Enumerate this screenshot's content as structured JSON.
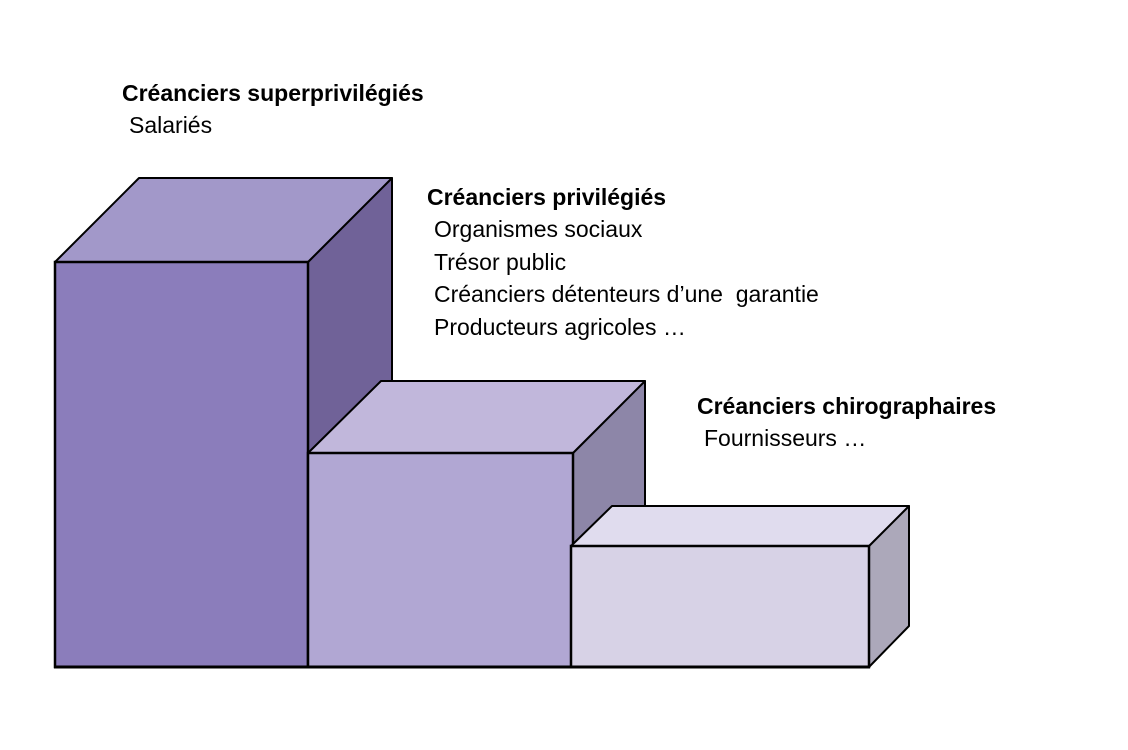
{
  "diagram": {
    "type": "3d-stepped-blocks",
    "tiers": [
      {
        "title": "Créanciers superprivilégiés",
        "items": [
          "Salariés"
        ],
        "colors": {
          "front": "#8b7dbb",
          "top": "#a298c9",
          "side": "#706298"
        }
      },
      {
        "title": "Créanciers privilégiés",
        "items": [
          "Organismes sociaux",
          "Trésor public",
          "Créanciers détenteurs d’une  garantie",
          "Producteurs agricoles …"
        ],
        "colors": {
          "front": "#b1a7d3",
          "top": "#c1b7db",
          "side": "#8d86a8"
        }
      },
      {
        "title": "Créanciers chirographaires",
        "items": [
          "Fournisseurs …"
        ],
        "colors": {
          "front": "#d7d2e6",
          "top": "#e0dcee",
          "side": "#aca8ba"
        }
      }
    ],
    "outline_color": "#000000"
  }
}
